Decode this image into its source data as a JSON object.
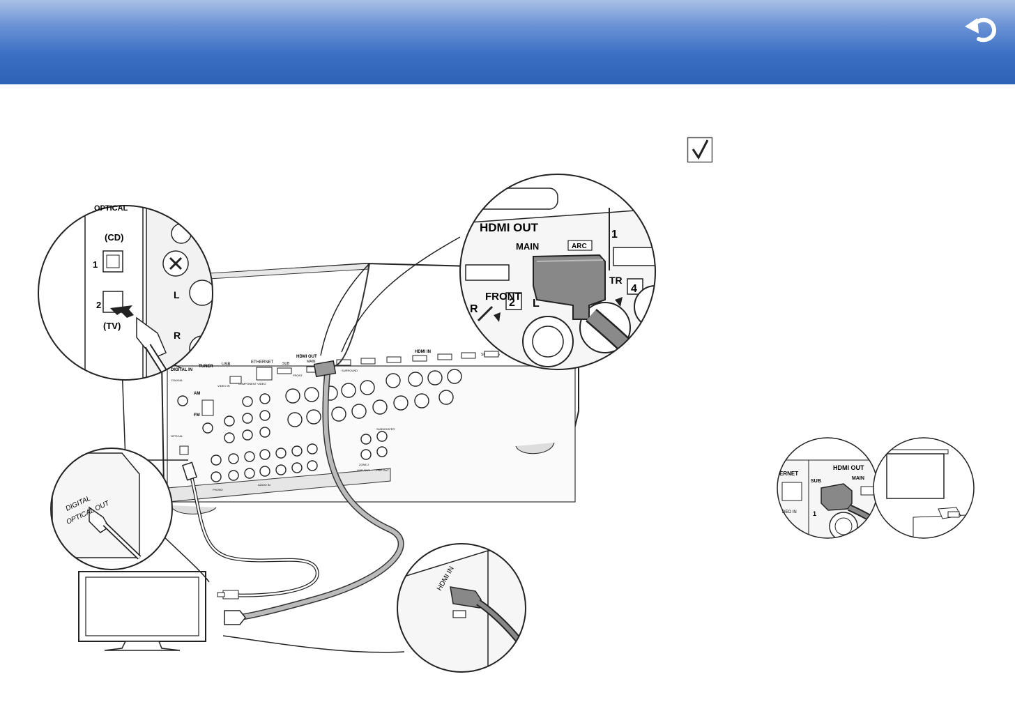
{
  "header": {
    "color_top": "#a9c0e6",
    "color_bottom": "#2d62b7",
    "back_button_icon": "return-arrow-icon"
  },
  "checkbox_icon": "checkmark-icon",
  "optical_inset": {
    "title": "OPTICAL",
    "top_label": "(CD)",
    "bottom_label": "(TV)",
    "jack1": "1",
    "jack2": "2",
    "side_l": "L",
    "side_r": "R"
  },
  "hdmi_inset": {
    "title": "HDMI OUT",
    "main_label": "MAIN",
    "arc_label": "ARC",
    "front_label": "FRONT",
    "front_num": "2",
    "l_label": "L",
    "r_label": "R",
    "num1": "1",
    "num4": "4",
    "tr_label": "TR"
  },
  "tv_inset": {
    "digital_out": "DIGITAL",
    "optical_out": "OPTICAL OUT",
    "hdmi_in": "HDMI IN"
  },
  "receiver": {
    "digital_in": "DIGITAL IN",
    "tuner": "TUNER",
    "usb": "USB",
    "ethernet": "ETHERNET",
    "hdmi_out": "HDMI OUT",
    "hdmi_in": "HDMI IN",
    "sub": "SUB",
    "main": "MAIN",
    "coaxial": "COAXIAL",
    "optical": "OPTICAL",
    "am": "AM",
    "fm": "FM",
    "video_in": "VIDEO IN",
    "component": "COMPONENT VIDEO",
    "phono": "PHONO",
    "audio_in": "AUDIO IN",
    "zone2": "ZONE 2",
    "subwoofer": "SUBWOOFER",
    "line_out": "LINE OUT",
    "pre_out": "PRE OUT",
    "speakers": "SPEAKERS",
    "surround": "SURROUND",
    "front": "FRONT"
  },
  "projector_inset": {
    "hdmi_out": "HDMI OUT",
    "sub": "SUB",
    "main": "MAIN",
    "ethernet": "ERNET",
    "video_in": "DEO IN",
    "num1": "1"
  }
}
